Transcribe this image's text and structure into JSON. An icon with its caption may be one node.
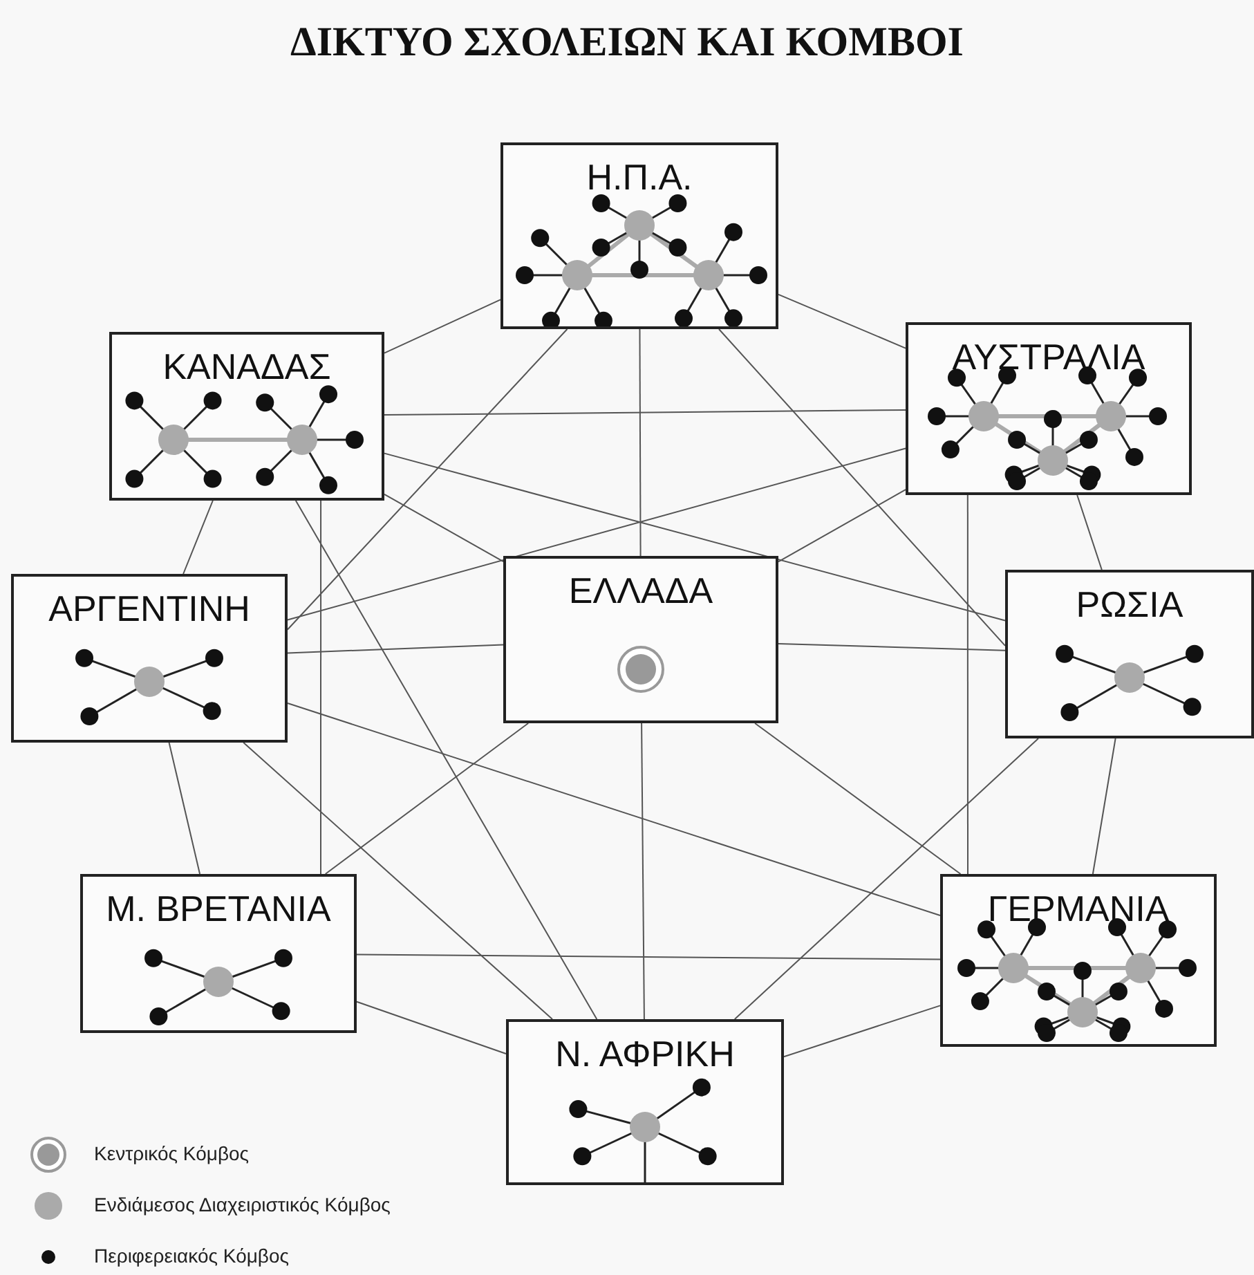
{
  "diagram": {
    "title": "ΔΙΚΤΥΟ ΣΧΟΛΕΙΩΝ ΚΑΙ ΚΟΜΒΟΙ",
    "nodes": [
      {
        "text": [
          "Η.Π.Α."
        ]
      },
      {
        "text": [
          "ΚΑΝΑΔΑΣ"
        ]
      },
      {
        "text": [
          "ΑΥΣΤΡΑΛΙΑ"
        ]
      },
      {
        "text": [
          "ΑΡΓΕΝΤΙΝΗ"
        ]
      },
      {
        "text": [
          "ΕΛΛΑΔΑ"
        ]
      },
      {
        "text": [
          "ΡΩΣΙΑ"
        ]
      },
      {
        "text": [
          "Μ. ΒΡΕΤΑΝΙΑ"
        ]
      },
      {
        "text": [
          "ΓΕΡΜΑΝΙΑ"
        ]
      },
      {
        "text": [
          "Ν. ΑΦΡΙΚΗ"
        ]
      }
    ],
    "edges": [
      {
        "from": 0,
        "to": 1,
        "arrow": "none"
      },
      {
        "from": 0,
        "to": 2,
        "arrow": "none"
      },
      {
        "from": 0,
        "to": 4,
        "arrow": "none"
      },
      {
        "from": 0,
        "to": 3,
        "arrow": "none"
      },
      {
        "from": 0,
        "to": 5,
        "arrow": "none"
      },
      {
        "from": 1,
        "to": 2,
        "arrow": "none"
      },
      {
        "from": 1,
        "to": 3,
        "arrow": "none"
      },
      {
        "from": 1,
        "to": 6,
        "arrow": "none"
      },
      {
        "from": 1,
        "to": 4,
        "arrow": "none"
      },
      {
        "from": 1,
        "to": 5,
        "arrow": "none"
      },
      {
        "from": 1,
        "to": 8,
        "arrow": "none"
      },
      {
        "from": 2,
        "to": 3,
        "arrow": "none"
      },
      {
        "from": 2,
        "to": 4,
        "arrow": "none"
      },
      {
        "from": 2,
        "to": 5,
        "arrow": "none"
      },
      {
        "from": 2,
        "to": 7,
        "arrow": "none"
      },
      {
        "from": 3,
        "to": 4,
        "arrow": "none"
      },
      {
        "from": 3,
        "to": 6,
        "arrow": "none"
      },
      {
        "from": 3,
        "to": 8,
        "arrow": "none"
      },
      {
        "from": 3,
        "to": 7,
        "arrow": "none"
      },
      {
        "from": 4,
        "to": 5,
        "arrow": "none"
      },
      {
        "from": 4,
        "to": 8,
        "arrow": "none"
      },
      {
        "from": 4,
        "to": 6,
        "arrow": "none"
      },
      {
        "from": 4,
        "to": 7,
        "arrow": "none"
      },
      {
        "from": 5,
        "to": 7,
        "arrow": "none"
      },
      {
        "from": 5,
        "to": 8,
        "arrow": "none"
      },
      {
        "from": 6,
        "to": 7,
        "arrow": "none"
      },
      {
        "from": 6,
        "to": 8,
        "arrow": "none"
      },
      {
        "from": 7,
        "to": 8,
        "arrow": "none"
      }
    ],
    "legend": [
      {
        "text": "Κεντρικός Κόμβος"
      },
      {
        "text": "Ενδιάμεσος Διαχειριστικός Κόμβος"
      },
      {
        "text": "Περιφερειακός Κόμβος"
      }
    ]
  }
}
